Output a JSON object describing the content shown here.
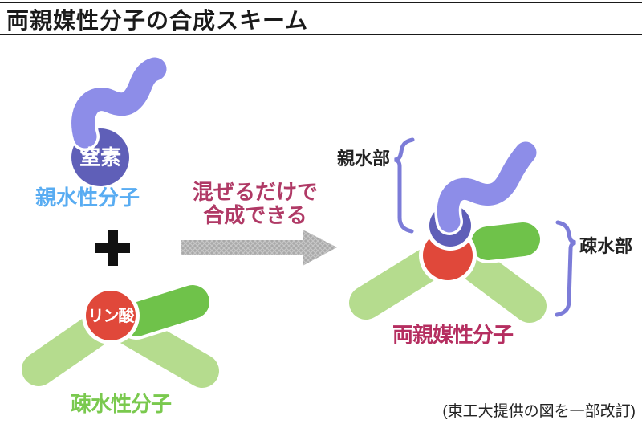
{
  "header": {
    "title": "両親媒性分子の合成スキーム"
  },
  "hydrophilic_molecule": {
    "head_tag": "窒素",
    "label": "親水性分子"
  },
  "hydrophobic_molecule": {
    "head_tag": "リン酸",
    "label": "疎水性分子"
  },
  "reaction": {
    "plus_icon": "+",
    "arrow_icon": "right-arrow",
    "arrow_caption_line1": "混ぜるだけで",
    "arrow_caption_line2": "合成できる"
  },
  "product": {
    "hydrophilic_part_label": "親水部",
    "hydrophobic_part_label": "疎水部",
    "label": "両親媒性分子"
  },
  "caption": "(東工大提供の図を一部改訂)",
  "colors": {
    "squiggle_blue": "#8d8de8",
    "head_indigo": "#5f5fb8",
    "head_red": "#e0483a",
    "arm_light_green": "#b5dc8e",
    "arm_dark_green": "#6fc24a",
    "arrow_gray": "#a9a9a9",
    "reaction_text_pink": "#b03a66",
    "hydrophilic_label_blue": "#58acf2",
    "hydrophobic_label_green": "#7ac94e",
    "brace_purple": "#7c7cd8",
    "product_label_crimson": "#b52e60",
    "ink": "#1a1a1a"
  }
}
